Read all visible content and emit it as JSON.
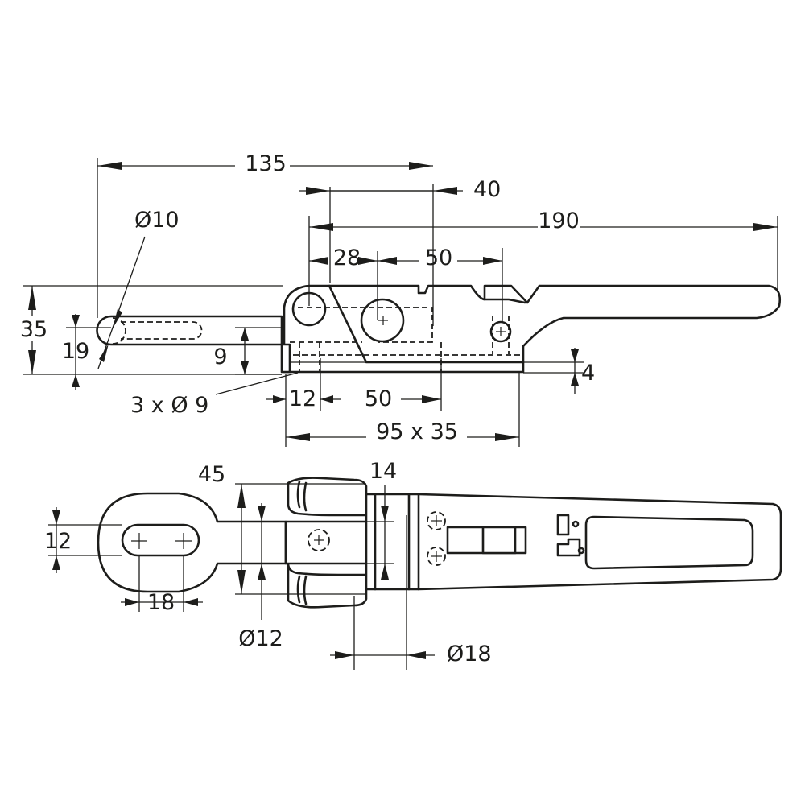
{
  "drawing": {
    "colors": {
      "ink": "#1d1d1b",
      "background": "#ffffff"
    },
    "side_view": {
      "dimensions": {
        "overall_135": "135",
        "offset_40": "40",
        "overall_190": "190",
        "pitch_28": "28",
        "pitch_50_top": "50",
        "pin_diameter": "Ø10",
        "height_35": "35",
        "height_19": "19",
        "height_9": "9",
        "height_4": "4",
        "holes": "3 x Ø 9",
        "edge_12": "12",
        "hole_spacing_50": "50",
        "base_plate": "95 x 35"
      }
    },
    "top_view": {
      "dimensions": {
        "width_45": "45",
        "width_14": "14",
        "slot_12": "12",
        "slot_18": "18",
        "rod_diameter": "Ø12",
        "washer_diameter": "Ø18"
      }
    }
  }
}
